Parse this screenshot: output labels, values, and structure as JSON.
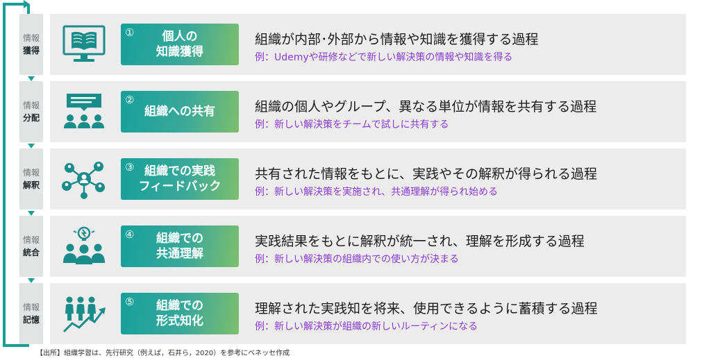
{
  "colors": {
    "accent": "#1b9f95",
    "icon": "#1a8c8a",
    "example_text": "#8a3bd6",
    "card_bg": "#ececec",
    "stage_bg": "#e2e4e3"
  },
  "steps": [
    {
      "stage_top": "情報",
      "stage_bottom": "獲得",
      "number": "①",
      "label": "個人の\n知識獲得",
      "description": "組織が内部･外部から情報や知識を獲得する過程",
      "example": "例：Udemyや研修などで新しい解決策の情報や知識を得る",
      "icon": "book-monitor-icon"
    },
    {
      "stage_top": "情報",
      "stage_bottom": "分配",
      "number": "②",
      "label": "組織への共有",
      "description": "組織の個人やグループ、異なる単位が情報を共有する過程",
      "example": "例：新しい解決策をチームで試しに共有する",
      "icon": "group-presentation-icon"
    },
    {
      "stage_top": "情報",
      "stage_bottom": "解釈",
      "number": "③",
      "label": "組織での実践\nフィードバック",
      "description": "共有された情報をもとに、実践やその解釈が得られる過程",
      "example": "例：新しい解決策を実施され、共通理解が得られ始める",
      "icon": "network-people-icon"
    },
    {
      "stage_top": "情報",
      "stage_bottom": "統合",
      "number": "④",
      "label": "組織での\n共通理解",
      "description": "実践結果をもとに解釈が統一され、理解を形成する過程",
      "example": "例：新しい解決策の組織内での使い方が決まる",
      "icon": "team-idea-icon"
    },
    {
      "stage_top": "情報",
      "stage_bottom": "記憶",
      "number": "⑤",
      "label": "組織での\n形式知化",
      "description": "理解された実践知を将来、使用できるように蓄積する過程",
      "example": "例：新しい解決策が組織の新しいルーティンになる",
      "icon": "growth-team-icon"
    }
  ],
  "source": "【出所】組織学習は、先行研究（例えば，石井ら，2020）を参考にベネッセ作成"
}
